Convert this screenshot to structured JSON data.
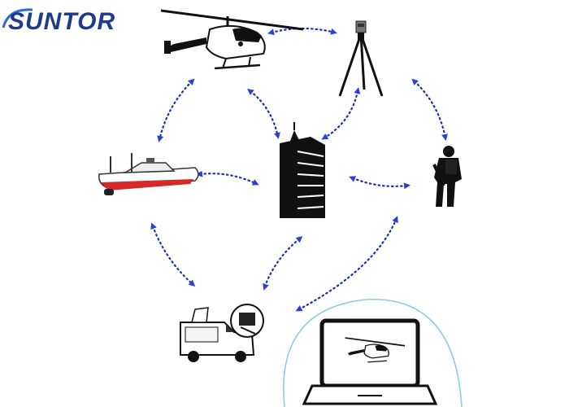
{
  "brand": {
    "name": "SUNTOR",
    "color": "#1f3a8a",
    "accent": "#2b6cd8"
  },
  "colors": {
    "link": "#1c2fb0",
    "arrow": "#2a3fd6",
    "hull_red": "#d42a2a",
    "dark": "#111111",
    "bubble": "#8cc8e0"
  },
  "nodes": [
    {
      "id": "helicopter",
      "icon": "helicopter-icon"
    },
    {
      "id": "tripod",
      "icon": "tripod-camera-icon"
    },
    {
      "id": "tower",
      "icon": "relay-tower-icon"
    },
    {
      "id": "boat",
      "icon": "unmanned-boat-icon"
    },
    {
      "id": "soldier",
      "icon": "soldier-icon"
    },
    {
      "id": "vehicle",
      "icon": "command-vehicle-icon"
    },
    {
      "id": "laptop",
      "icon": "laptop-monitor-icon"
    }
  ],
  "links": [
    {
      "from": "helicopter",
      "to": "tripod"
    },
    {
      "from": "helicopter",
      "to": "boat"
    },
    {
      "from": "helicopter",
      "to": "tower"
    },
    {
      "from": "tripod",
      "to": "tower"
    },
    {
      "from": "tripod",
      "to": "soldier"
    },
    {
      "from": "boat",
      "to": "tower"
    },
    {
      "from": "soldier",
      "to": "tower"
    },
    {
      "from": "boat",
      "to": "vehicle"
    },
    {
      "from": "vehicle",
      "to": "tower"
    },
    {
      "from": "laptop",
      "to": "soldier"
    }
  ]
}
